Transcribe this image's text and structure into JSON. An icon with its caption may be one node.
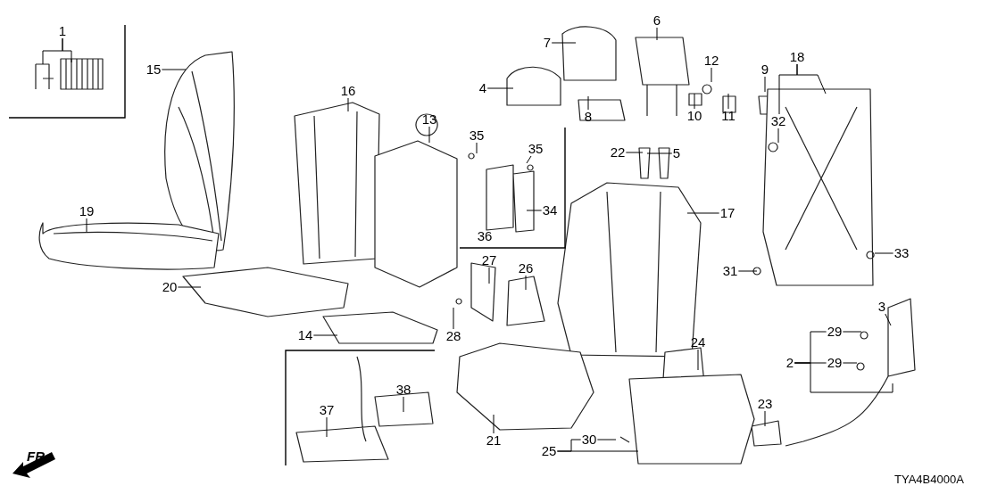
{
  "diagram": {
    "nodes": [
      {
        "text": [
          "1"
        ]
      },
      {
        "text": [
          "15"
        ]
      },
      {
        "text": [
          "16"
        ]
      },
      {
        "text": [
          "19"
        ]
      },
      {
        "text": [
          "13"
        ]
      },
      {
        "text": [
          "20"
        ]
      },
      {
        "text": [
          "14"
        ]
      },
      {
        "text": [
          "7"
        ]
      },
      {
        "text": [
          "6"
        ]
      },
      {
        "text": [
          "4"
        ]
      },
      {
        "text": [
          "12"
        ]
      },
      {
        "text": [
          "9"
        ]
      },
      {
        "text": [
          "18"
        ]
      },
      {
        "text": [
          "10"
        ]
      },
      {
        "text": [
          "11"
        ]
      },
      {
        "text": [
          "8"
        ]
      },
      {
        "text": [
          "22"
        ]
      },
      {
        "text": [
          "5"
        ]
      },
      {
        "text": [
          "35"
        ]
      },
      {
        "text": [
          "35"
        ]
      },
      {
        "text": [
          "32"
        ]
      },
      {
        "text": [
          "34"
        ]
      },
      {
        "text": [
          "36"
        ]
      },
      {
        "text": [
          "17"
        ]
      },
      {
        "text": [
          "31"
        ]
      },
      {
        "text": [
          "33"
        ]
      },
      {
        "text": [
          "27"
        ]
      },
      {
        "text": [
          "26"
        ]
      },
      {
        "text": [
          "28"
        ]
      },
      {
        "text": [
          "3"
        ]
      },
      {
        "text": [
          "29"
        ]
      },
      {
        "text": [
          "2"
        ]
      },
      {
        "text": [
          "29"
        ]
      },
      {
        "text": [
          "24"
        ]
      },
      {
        "text": [
          "38"
        ]
      },
      {
        "text": [
          "37"
        ]
      },
      {
        "text": [
          "21"
        ]
      },
      {
        "text": [
          "23"
        ]
      },
      {
        "text": [
          "30"
        ]
      },
      {
        "text": [
          "25"
        ]
      }
    ],
    "edges": [
      {
        "from": 0,
        "to": null,
        "arrow": "none"
      },
      {
        "from": 0,
        "to": null,
        "arrow": "none"
      },
      {
        "from": 1,
        "to": null,
        "arrow": "none"
      },
      {
        "from": 2,
        "to": null,
        "arrow": "none"
      },
      {
        "from": 3,
        "to": null,
        "arrow": "none"
      },
      {
        "from": 4,
        "to": null,
        "arrow": "none"
      },
      {
        "from": 5,
        "to": null,
        "arrow": "none"
      },
      {
        "from": 6,
        "to": null,
        "arrow": "none"
      },
      {
        "from": 7,
        "to": null,
        "arrow": "none"
      },
      {
        "from": 8,
        "to": null,
        "arrow": "none"
      },
      {
        "from": 9,
        "to": null,
        "arrow": "none"
      },
      {
        "from": 10,
        "to": null,
        "arrow": "none"
      },
      {
        "from": 11,
        "to": null,
        "arrow": "none"
      },
      {
        "from": 12,
        "to": null,
        "arrow": "none"
      },
      {
        "from": 12,
        "to": 20,
        "arrow": "none"
      },
      {
        "from": 13,
        "to": null,
        "arrow": "none"
      },
      {
        "from": 14,
        "to": null,
        "arrow": "none"
      },
      {
        "from": 15,
        "to": null,
        "arrow": "none"
      },
      {
        "from": 16,
        "to": null,
        "arrow": "none"
      },
      {
        "from": 17,
        "to": null,
        "arrow": "none"
      },
      {
        "from": 18,
        "to": null,
        "arrow": "none"
      },
      {
        "from": 19,
        "to": null,
        "arrow": "none"
      },
      {
        "from": 20,
        "to": null,
        "arrow": "none"
      },
      {
        "from": 21,
        "to": null,
        "arrow": "none"
      },
      {
        "from": 23,
        "to": null,
        "arrow": "none"
      },
      {
        "from": 24,
        "to": null,
        "arrow": "none"
      },
      {
        "from": 25,
        "to": null,
        "arrow": "none"
      },
      {
        "from": 26,
        "to": null,
        "arrow": "none"
      },
      {
        "from": 27,
        "to": null,
        "arrow": "none"
      },
      {
        "from": 28,
        "to": null,
        "arrow": "none"
      },
      {
        "from": 29,
        "to": null,
        "arrow": "none"
      },
      {
        "from": 30,
        "to": null,
        "arrow": "none"
      },
      {
        "from": 31,
        "to": 30,
        "arrow": "none"
      },
      {
        "from": 31,
        "to": 32,
        "arrow": "none"
      },
      {
        "from": 31,
        "to": null,
        "arrow": "none"
      },
      {
        "from": 32,
        "to": null,
        "arrow": "none"
      },
      {
        "from": 33,
        "to": null,
        "arrow": "none"
      },
      {
        "from": 34,
        "to": null,
        "arrow": "none"
      },
      {
        "from": 35,
        "to": null,
        "arrow": "none"
      },
      {
        "from": 36,
        "to": null,
        "arrow": "none"
      },
      {
        "from": 37,
        "to": null,
        "arrow": "none"
      },
      {
        "from": 38,
        "to": null,
        "arrow": "none"
      },
      {
        "from": 39,
        "to": 38,
        "arrow": "none"
      },
      {
        "from": 39,
        "to": null,
        "arrow": "none"
      }
    ],
    "labels": [
      "FR.",
      "TYA4B4000A"
    ]
  }
}
